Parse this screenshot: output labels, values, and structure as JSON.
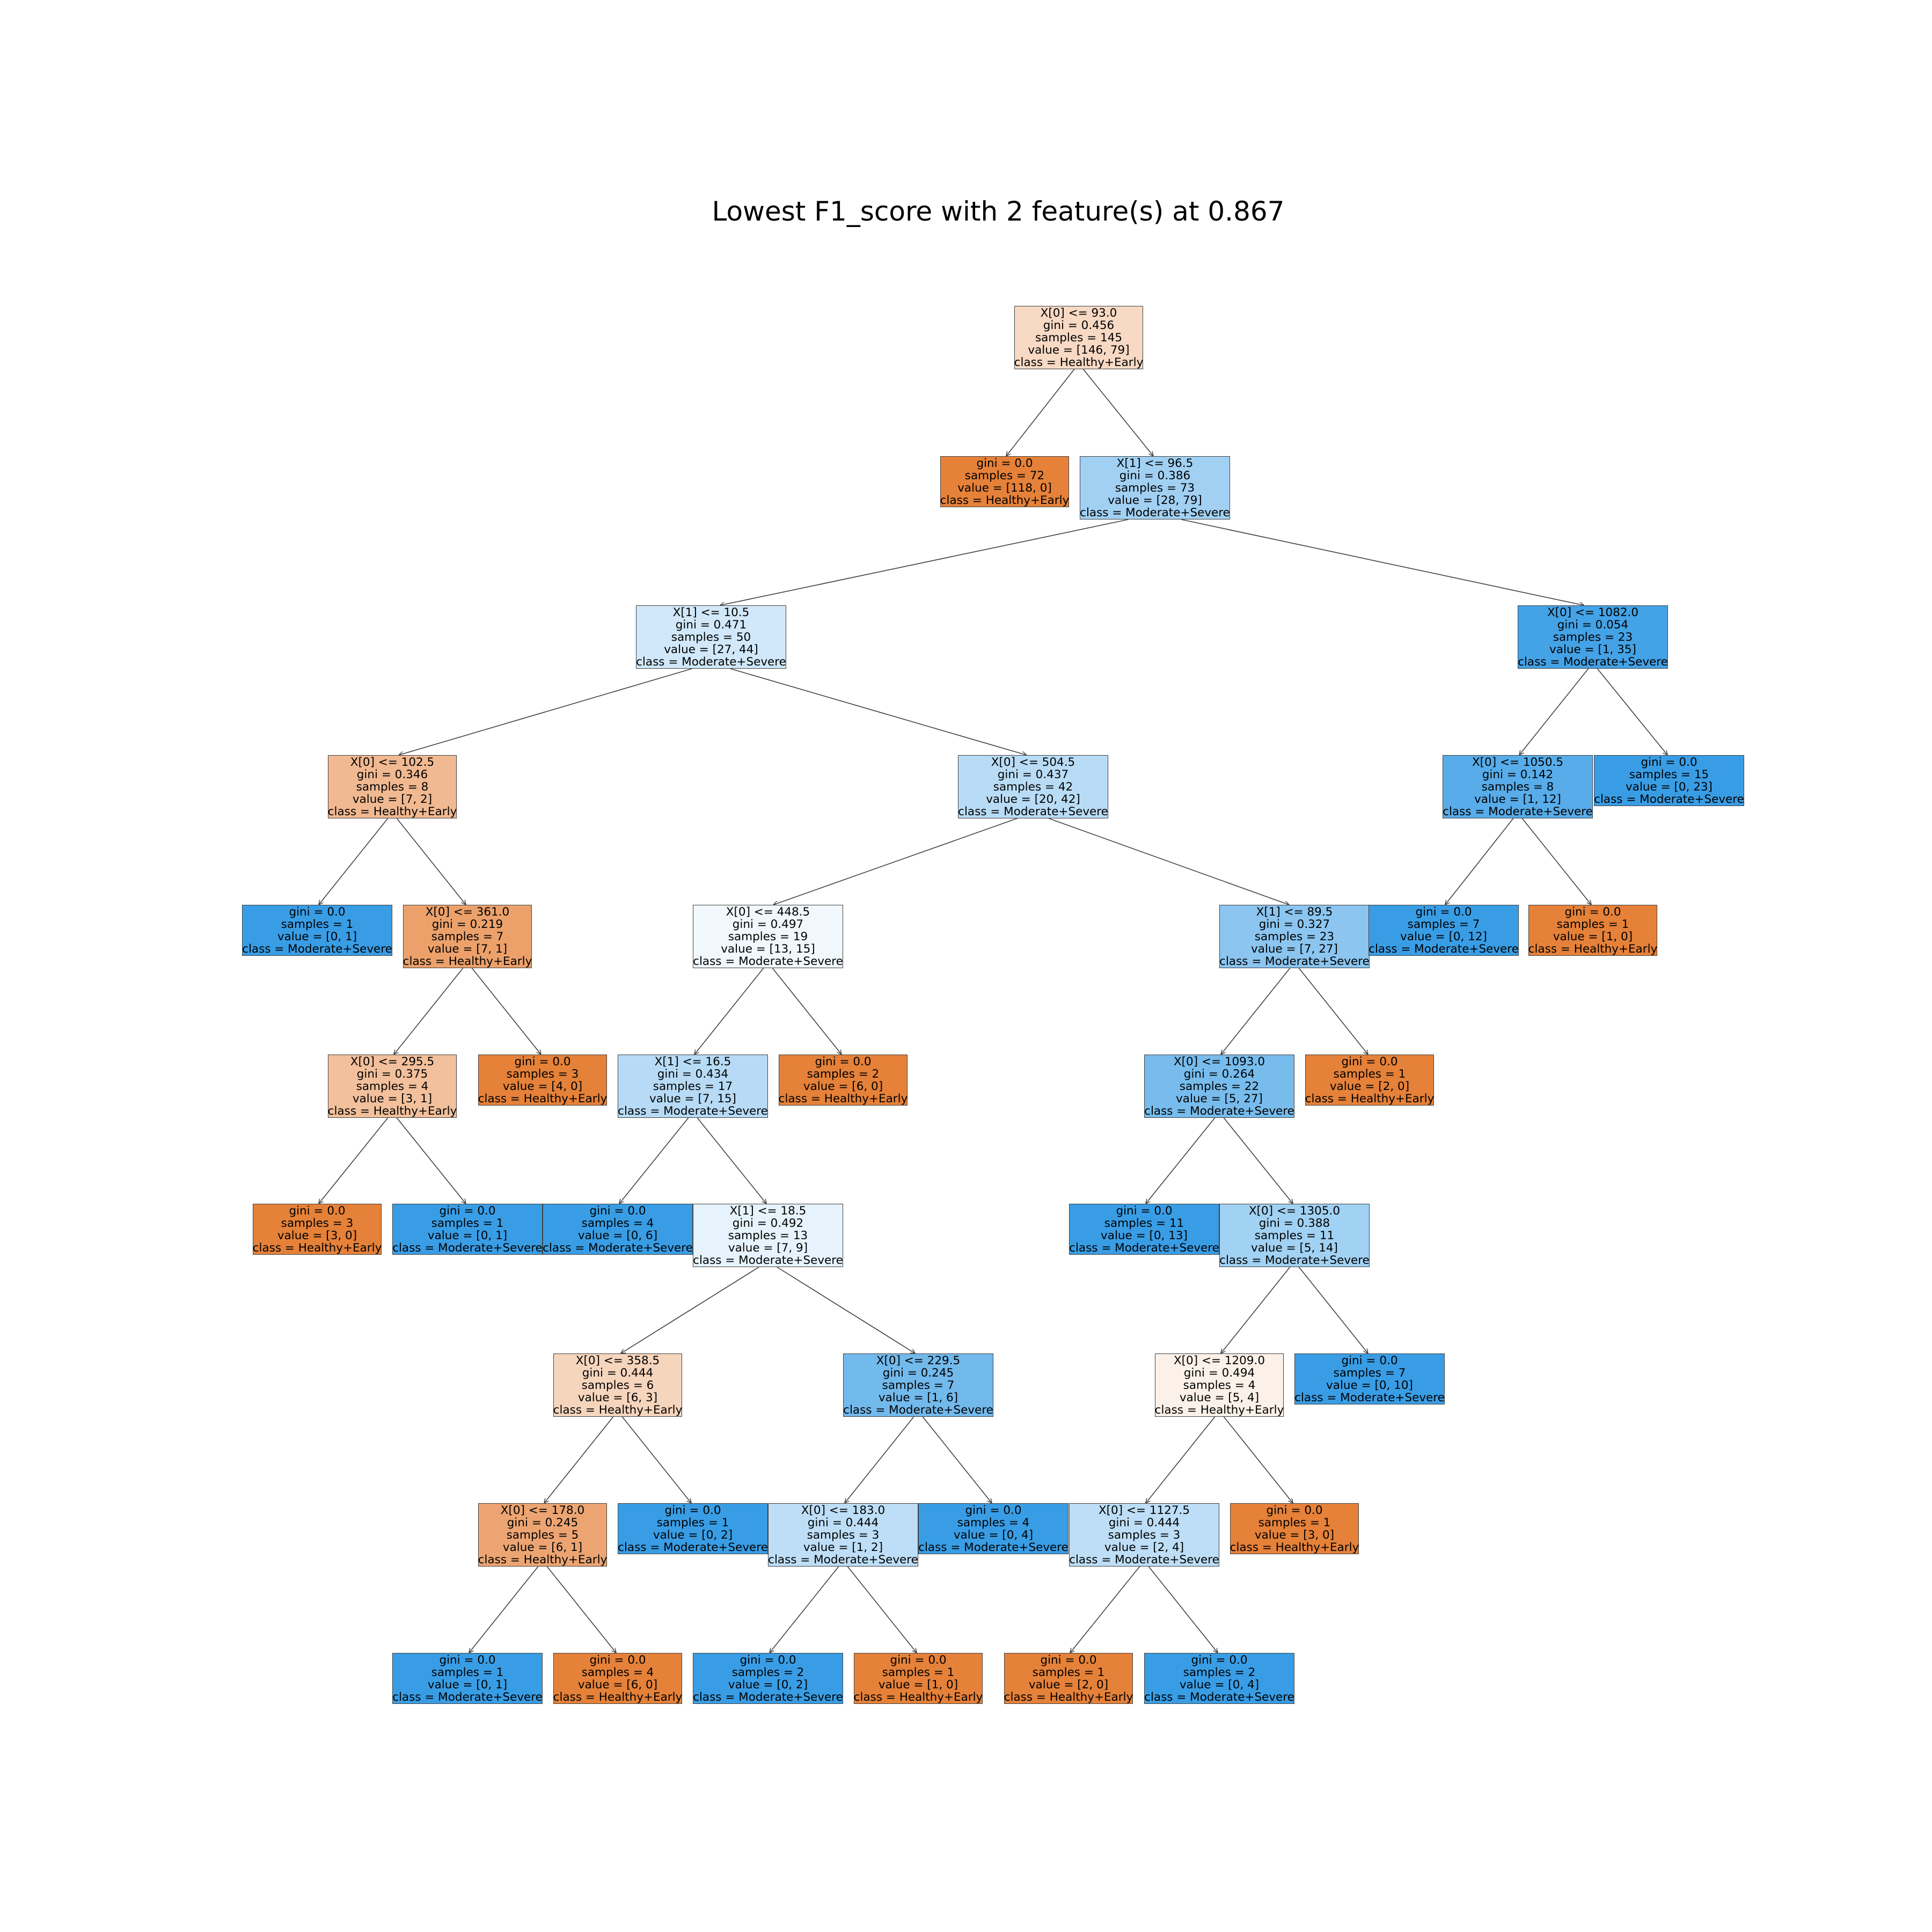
{
  "title": "Lowest F1_score with 2 feature(s) at 0.867",
  "colors": {
    "healthy": "#e58139",
    "moderate": "#399de5",
    "edge": "#404040"
  },
  "nodes": [
    {
      "id": "n0",
      "lines": [
        "X[0] <= 93.0",
        "gini = 0.456",
        "samples = 145",
        "value = [146, 79]",
        "class = Healthy+Early"
      ],
      "class_index": 0
    },
    {
      "id": "n1",
      "lines": [
        "gini = 0.0",
        "samples = 72",
        "value = [118, 0]",
        "class = Healthy+Early"
      ],
      "class_index": 0
    },
    {
      "id": "n2",
      "lines": [
        "X[1] <= 96.5",
        "gini = 0.386",
        "samples = 73",
        "value = [28, 79]",
        "class = Moderate+Severe"
      ],
      "class_index": 1
    },
    {
      "id": "n3",
      "lines": [
        "X[1] <= 10.5",
        "gini = 0.471",
        "samples = 50",
        "value = [27, 44]",
        "class = Moderate+Severe"
      ],
      "class_index": 1
    },
    {
      "id": "n4",
      "lines": [
        "X[0] <= 1082.0",
        "gini = 0.054",
        "samples = 23",
        "value = [1, 35]",
        "class = Moderate+Severe"
      ],
      "class_index": 1
    },
    {
      "id": "n5",
      "lines": [
        "X[0] <= 102.5",
        "gini = 0.346",
        "samples = 8",
        "value = [7, 2]",
        "class = Healthy+Early"
      ],
      "class_index": 0
    },
    {
      "id": "n6",
      "lines": [
        "X[0] <= 504.5",
        "gini = 0.437",
        "samples = 42",
        "value = [20, 42]",
        "class = Moderate+Severe"
      ],
      "class_index": 1
    },
    {
      "id": "n7",
      "lines": [
        "X[0] <= 1050.5",
        "gini = 0.142",
        "samples = 8",
        "value = [1, 12]",
        "class = Moderate+Severe"
      ],
      "class_index": 1
    },
    {
      "id": "n8",
      "lines": [
        "gini = 0.0",
        "samples = 15",
        "value = [0, 23]",
        "class = Moderate+Severe"
      ],
      "class_index": 1
    },
    {
      "id": "n9",
      "lines": [
        "gini = 0.0",
        "samples = 1",
        "value = [0, 1]",
        "class = Moderate+Severe"
      ],
      "class_index": 1
    },
    {
      "id": "n10",
      "lines": [
        "X[0] <= 361.0",
        "gini = 0.219",
        "samples = 7",
        "value = [7, 1]",
        "class = Healthy+Early"
      ],
      "class_index": 0
    },
    {
      "id": "n11",
      "lines": [
        "X[0] <= 448.5",
        "gini = 0.497",
        "samples = 19",
        "value = [13, 15]",
        "class = Moderate+Severe"
      ],
      "class_index": 1
    },
    {
      "id": "n12",
      "lines": [
        "X[1] <= 89.5",
        "gini = 0.327",
        "samples = 23",
        "value = [7, 27]",
        "class = Moderate+Severe"
      ],
      "class_index": 1
    },
    {
      "id": "n13",
      "lines": [
        "gini = 0.0",
        "samples = 7",
        "value = [0, 12]",
        "class = Moderate+Severe"
      ],
      "class_index": 1
    },
    {
      "id": "n14",
      "lines": [
        "gini = 0.0",
        "samples = 1",
        "value = [1, 0]",
        "class = Healthy+Early"
      ],
      "class_index": 0
    },
    {
      "id": "n15",
      "lines": [
        "X[0] <= 295.5",
        "gini = 0.375",
        "samples = 4",
        "value = [3, 1]",
        "class = Healthy+Early"
      ],
      "class_index": 0
    },
    {
      "id": "n16",
      "lines": [
        "gini = 0.0",
        "samples = 3",
        "value = [4, 0]",
        "class = Healthy+Early"
      ],
      "class_index": 0
    },
    {
      "id": "n17",
      "lines": [
        "X[1] <= 16.5",
        "gini = 0.434",
        "samples = 17",
        "value = [7, 15]",
        "class = Moderate+Severe"
      ],
      "class_index": 1
    },
    {
      "id": "n18",
      "lines": [
        "gini = 0.0",
        "samples = 2",
        "value = [6, 0]",
        "class = Healthy+Early"
      ],
      "class_index": 0
    },
    {
      "id": "n19",
      "lines": [
        "X[0] <= 1093.0",
        "gini = 0.264",
        "samples = 22",
        "value = [5, 27]",
        "class = Moderate+Severe"
      ],
      "class_index": 1
    },
    {
      "id": "n20",
      "lines": [
        "gini = 0.0",
        "samples = 1",
        "value = [2, 0]",
        "class = Healthy+Early"
      ],
      "class_index": 0
    },
    {
      "id": "n21",
      "lines": [
        "gini = 0.0",
        "samples = 3",
        "value = [3, 0]",
        "class = Healthy+Early"
      ],
      "class_index": 0
    },
    {
      "id": "n22",
      "lines": [
        "gini = 0.0",
        "samples = 1",
        "value = [0, 1]",
        "class = Moderate+Severe"
      ],
      "class_index": 1
    },
    {
      "id": "n23",
      "lines": [
        "gini = 0.0",
        "samples = 4",
        "value = [0, 6]",
        "class = Moderate+Severe"
      ],
      "class_index": 1
    },
    {
      "id": "n24",
      "lines": [
        "X[1] <= 18.5",
        "gini = 0.492",
        "samples = 13",
        "value = [7, 9]",
        "class = Moderate+Severe"
      ],
      "class_index": 1
    },
    {
      "id": "n25",
      "lines": [
        "gini = 0.0",
        "samples = 11",
        "value = [0, 13]",
        "class = Moderate+Severe"
      ],
      "class_index": 1
    },
    {
      "id": "n26",
      "lines": [
        "X[0] <= 1305.0",
        "gini = 0.388",
        "samples = 11",
        "value = [5, 14]",
        "class = Moderate+Severe"
      ],
      "class_index": 1
    },
    {
      "id": "n27",
      "lines": [
        "X[0] <= 358.5",
        "gini = 0.444",
        "samples = 6",
        "value = [6, 3]",
        "class = Healthy+Early"
      ],
      "class_index": 0
    },
    {
      "id": "n28",
      "lines": [
        "X[0] <= 229.5",
        "gini = 0.245",
        "samples = 7",
        "value = [1, 6]",
        "class = Moderate+Severe"
      ],
      "class_index": 1
    },
    {
      "id": "n29",
      "lines": [
        "X[0] <= 1209.0",
        "gini = 0.494",
        "samples = 4",
        "value = [5, 4]",
        "class = Healthy+Early"
      ],
      "class_index": 0
    },
    {
      "id": "n30",
      "lines": [
        "gini = 0.0",
        "samples = 7",
        "value = [0, 10]",
        "class = Moderate+Severe"
      ],
      "class_index": 1
    },
    {
      "id": "n31",
      "lines": [
        "X[0] <= 178.0",
        "gini = 0.245",
        "samples = 5",
        "value = [6, 1]",
        "class = Healthy+Early"
      ],
      "class_index": 0
    },
    {
      "id": "n32",
      "lines": [
        "gini = 0.0",
        "samples = 1",
        "value = [0, 2]",
        "class = Moderate+Severe"
      ],
      "class_index": 1
    },
    {
      "id": "n33",
      "lines": [
        "X[0] <= 183.0",
        "gini = 0.444",
        "samples = 3",
        "value = [1, 2]",
        "class = Moderate+Severe"
      ],
      "class_index": 1
    },
    {
      "id": "n34",
      "lines": [
        "gini = 0.0",
        "samples = 4",
        "value = [0, 4]",
        "class = Moderate+Severe"
      ],
      "class_index": 1
    },
    {
      "id": "n35",
      "lines": [
        "X[0] <= 1127.5",
        "gini = 0.444",
        "samples = 3",
        "value = [2, 4]",
        "class = Moderate+Severe"
      ],
      "class_index": 1
    },
    {
      "id": "n36",
      "lines": [
        "gini = 0.0",
        "samples = 1",
        "value = [3, 0]",
        "class = Healthy+Early"
      ],
      "class_index": 0
    },
    {
      "id": "n37",
      "lines": [
        "gini = 0.0",
        "samples = 1",
        "value = [0, 1]",
        "class = Moderate+Severe"
      ],
      "class_index": 1
    },
    {
      "id": "n38",
      "lines": [
        "gini = 0.0",
        "samples = 4",
        "value = [6, 0]",
        "class = Healthy+Early"
      ],
      "class_index": 0
    },
    {
      "id": "n39",
      "lines": [
        "gini = 0.0",
        "samples = 2",
        "value = [0, 2]",
        "class = Moderate+Severe"
      ],
      "class_index": 1
    },
    {
      "id": "n40",
      "lines": [
        "gini = 0.0",
        "samples = 1",
        "value = [1, 0]",
        "class = Healthy+Early"
      ],
      "class_index": 0
    },
    {
      "id": "n41",
      "lines": [
        "gini = 0.0",
        "samples = 1",
        "value = [2, 0]",
        "class = Healthy+Early"
      ],
      "class_index": 0
    },
    {
      "id": "n42",
      "lines": [
        "gini = 0.0",
        "samples = 2",
        "value = [0, 4]",
        "class = Moderate+Severe"
      ],
      "class_index": 1
    }
  ],
  "edges": [
    [
      "n0",
      "n1"
    ],
    [
      "n0",
      "n2"
    ],
    [
      "n2",
      "n3"
    ],
    [
      "n2",
      "n4"
    ],
    [
      "n3",
      "n5"
    ],
    [
      "n3",
      "n6"
    ],
    [
      "n4",
      "n7"
    ],
    [
      "n4",
      "n8"
    ],
    [
      "n5",
      "n9"
    ],
    [
      "n5",
      "n10"
    ],
    [
      "n6",
      "n11"
    ],
    [
      "n6",
      "n12"
    ],
    [
      "n7",
      "n13"
    ],
    [
      "n7",
      "n14"
    ],
    [
      "n10",
      "n15"
    ],
    [
      "n10",
      "n16"
    ],
    [
      "n11",
      "n17"
    ],
    [
      "n11",
      "n18"
    ],
    [
      "n12",
      "n19"
    ],
    [
      "n12",
      "n20"
    ],
    [
      "n15",
      "n21"
    ],
    [
      "n15",
      "n22"
    ],
    [
      "n17",
      "n23"
    ],
    [
      "n17",
      "n24"
    ],
    [
      "n19",
      "n25"
    ],
    [
      "n19",
      "n26"
    ],
    [
      "n24",
      "n27"
    ],
    [
      "n24",
      "n28"
    ],
    [
      "n26",
      "n29"
    ],
    [
      "n26",
      "n30"
    ],
    [
      "n27",
      "n31"
    ],
    [
      "n27",
      "n32"
    ],
    [
      "n28",
      "n33"
    ],
    [
      "n28",
      "n34"
    ],
    [
      "n29",
      "n35"
    ],
    [
      "n29",
      "n36"
    ],
    [
      "n31",
      "n37"
    ],
    [
      "n31",
      "n38"
    ],
    [
      "n33",
      "n39"
    ],
    [
      "n33",
      "n40"
    ],
    [
      "n35",
      "n41"
    ],
    [
      "n35",
      "n42"
    ]
  ]
}
